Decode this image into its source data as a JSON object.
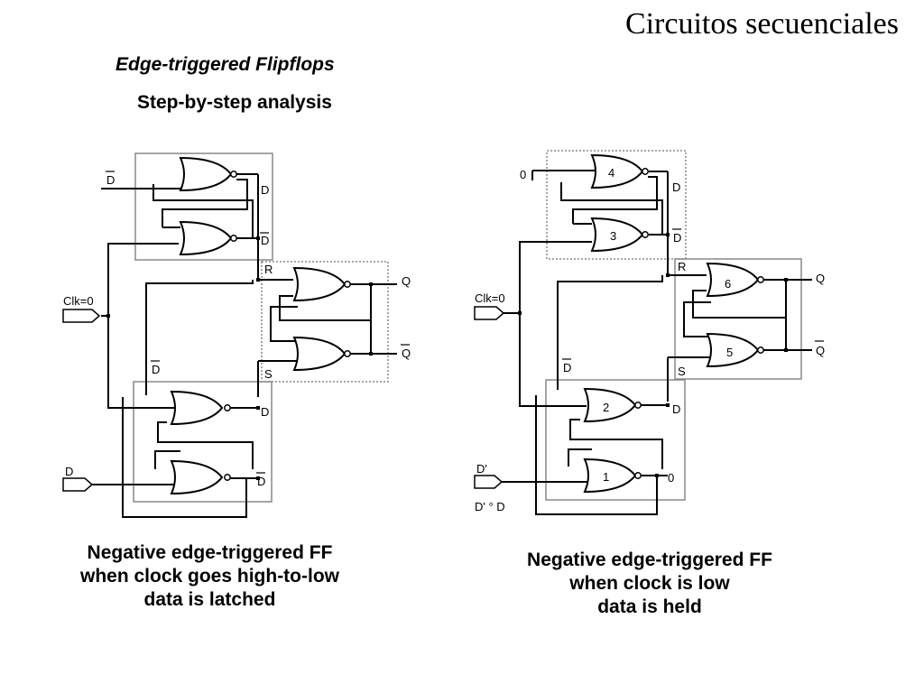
{
  "title": "Circuitos secuenciales",
  "subtitle": "Edge-triggered Flipflops",
  "subtitle2": "Step-by-step analysis",
  "left_diagram": {
    "labels": {
      "d_bar_in": "D",
      "d_top": "D",
      "d_bar_top": "D",
      "r": "R",
      "q": "Q",
      "q_bar": "Q",
      "clk": "Clk=0",
      "d_bar_mid": "D",
      "s": "S",
      "d_bot": "D",
      "d_in": "D",
      "d_bar_bot": "D"
    },
    "caption": [
      "Negative edge-triggered FF",
      "when clock goes high-to-low",
      "data is latched"
    ]
  },
  "right_diagram": {
    "labels": {
      "zero_in": "0",
      "gate4": "4",
      "d_top": "D",
      "gate3": "3",
      "d_bar_top": "D",
      "r": "R",
      "gate6": "6",
      "q": "Q",
      "clk": "Clk=0",
      "gate5": "5",
      "q_bar": "Q",
      "d_bar_mid": "D",
      "s": "S",
      "gate2": "2",
      "d_bot": "D",
      "d_prime_in": "D'",
      "gate1": "1",
      "zero_out": "0",
      "d_prime_note": "D' ° D"
    },
    "caption": [
      "Negative edge-triggered FF",
      "when clock is low",
      "data is held"
    ]
  }
}
